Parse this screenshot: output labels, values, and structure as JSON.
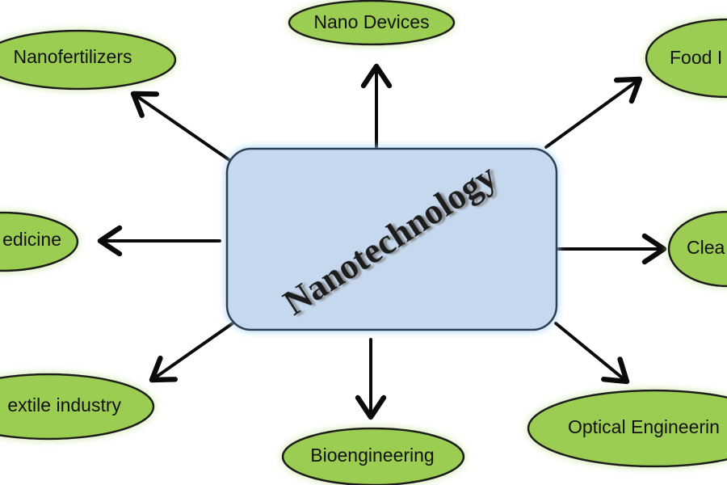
{
  "center": {
    "label": "Nanotechnology"
  },
  "nodes": {
    "nanofertilizers": "Nanofertilizers",
    "nano_devices": "Nano Devices",
    "food": "Food I",
    "medicine": "edicine",
    "clean": "Clea",
    "textile": "extile industry",
    "bioengineering": "Bioengineering",
    "optical": "Optical Engineerin"
  },
  "colors": {
    "node_fill": "#9ccd52",
    "node_stroke": "#1a1a1a",
    "node_glow": "#d6ecb4",
    "center_fill": "#c5d8ee",
    "center_stroke": "#2d3d52",
    "center_glow": "#9fd3f2",
    "arrow": "#0a0a0a"
  }
}
